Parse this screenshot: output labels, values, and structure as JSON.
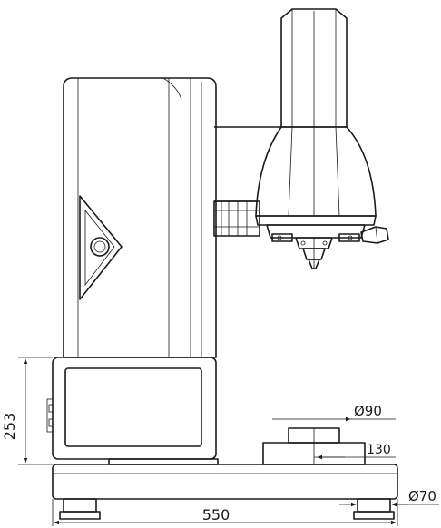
{
  "drawing": {
    "dimensions": {
      "height": "253",
      "width": "550",
      "anvil_diameter": "Ø90",
      "anvil_depth": "130",
      "foot_diameter": "Ø70"
    },
    "colors": {
      "line": "#1a1a1a",
      "background": "#ffffff"
    }
  }
}
